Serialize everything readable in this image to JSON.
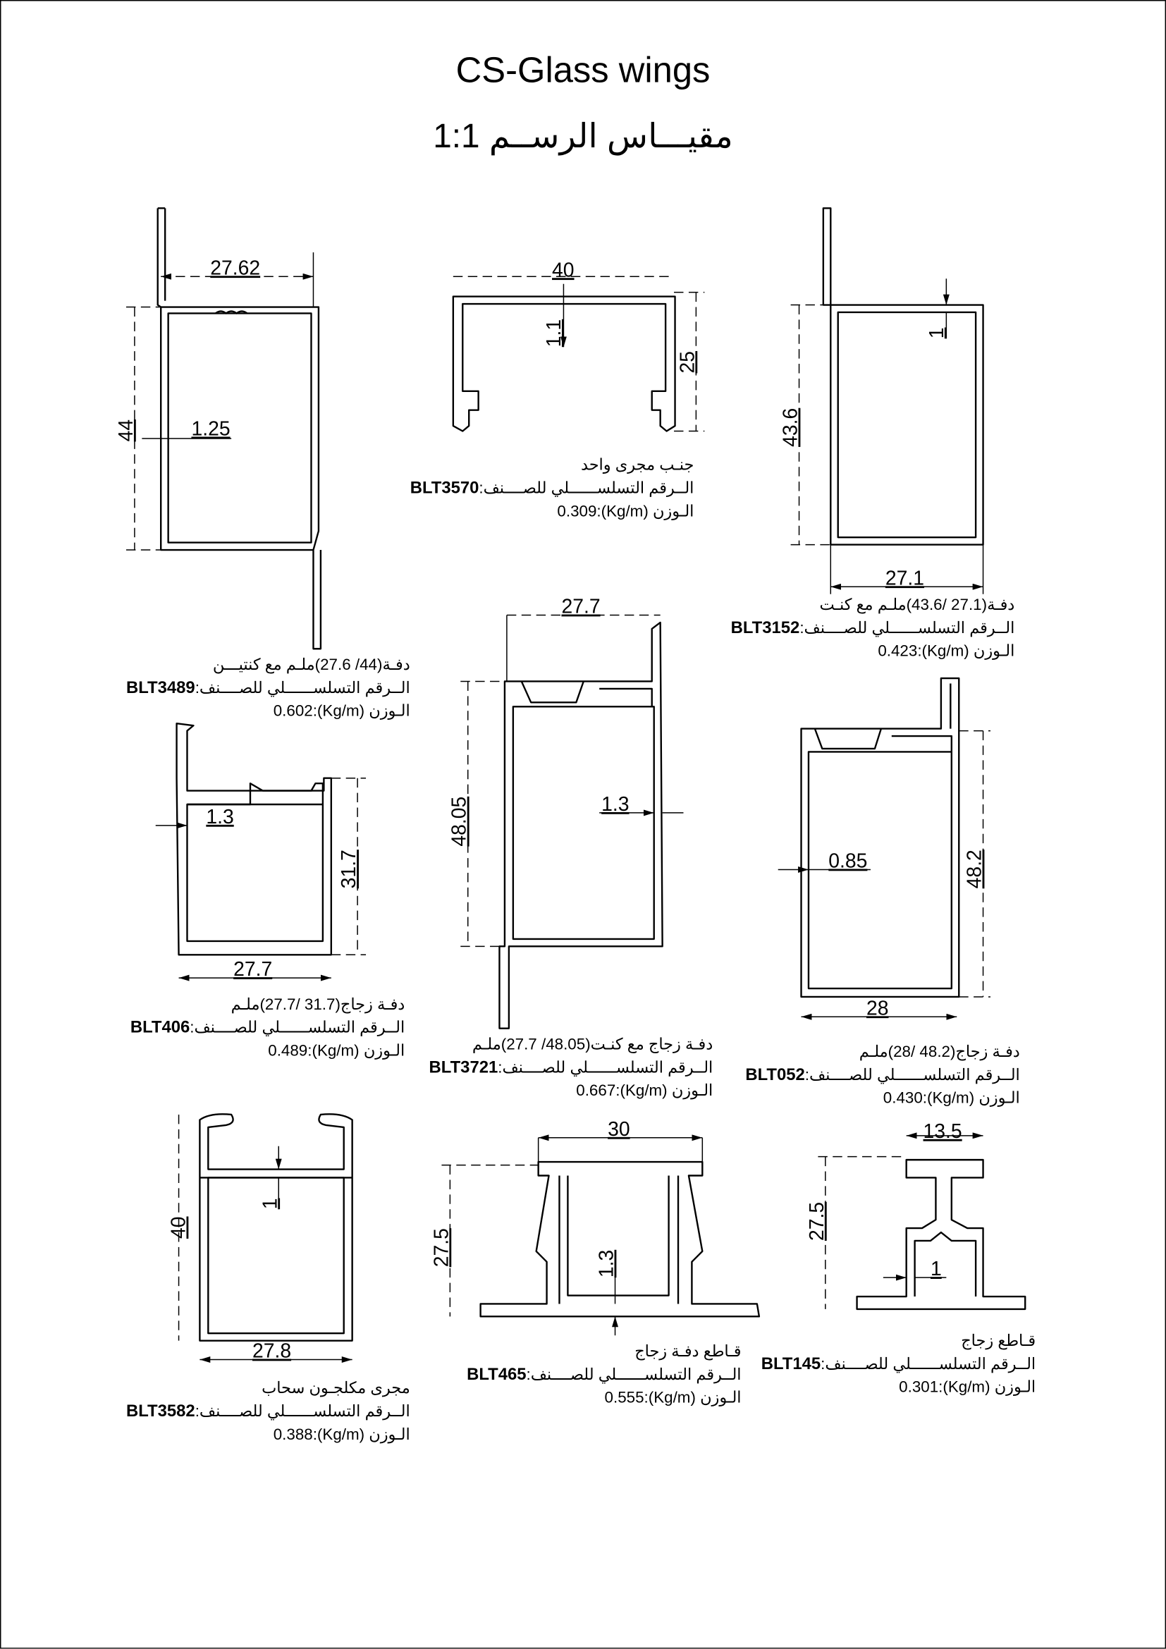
{
  "title": "CS-Glass wings",
  "scale": {
    "label": "مقيـــاس الرســم",
    "value": "1:1"
  },
  "serial_label": "الــرقم التسلســــــلي للصــــنف:",
  "weight_label": "الـوزن (Kg/m):",
  "profiles": [
    {
      "code": "BLT3489",
      "desc": "دفـة(44/ 27.6)ملـم مع كنتيـــن",
      "weight": "0.602",
      "dims": [
        "27.62",
        "44",
        "1.25"
      ]
    },
    {
      "code": "BLT3570",
      "desc": "جنـب مجرى واحد",
      "weight": "0.309",
      "dims": [
        "40",
        "1.1",
        "25"
      ]
    },
    {
      "code": "BLT3152",
      "desc": "دفـة(27.1 /43.6)ملـم مع كنـت",
      "weight": "0.423",
      "dims": [
        "43.6",
        "1",
        "27.1"
      ]
    },
    {
      "code": "BLT406",
      "desc": "دفـة زجاج(31.7 /27.7)ملـم",
      "weight": "0.489",
      "dims": [
        "1.3",
        "31.7",
        "27.7"
      ]
    },
    {
      "code": "BLT3721",
      "desc": "دفـة زجاج مع كنـت(48.05/ 27.7)ملـم",
      "weight": "0.667",
      "dims": [
        "27.7",
        "48.05",
        "1.3"
      ]
    },
    {
      "code": "BLT052",
      "desc": "دفـة زجاج(48.2 /28)ملـم",
      "weight": "0.430",
      "dims": [
        "0.85",
        "48.2",
        "28"
      ]
    },
    {
      "code": "BLT3582",
      "desc": "مجرى مكلجـون سحاب",
      "weight": "0.388",
      "dims": [
        "40",
        "1",
        "27.8"
      ]
    },
    {
      "code": "BLT465",
      "desc": "قـاطع دفـة زجاج",
      "weight": "0.555",
      "dims": [
        "30",
        "27.5",
        "1.3"
      ]
    },
    {
      "code": "BLT145",
      "desc": "قـاطع زجاج",
      "weight": "0.301",
      "dims": [
        "13.5",
        "27.5",
        "1"
      ]
    }
  ]
}
